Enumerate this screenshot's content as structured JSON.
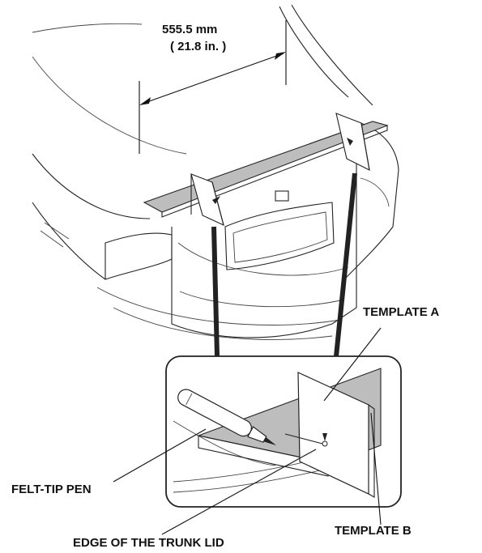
{
  "dimension": {
    "metric": "555.5 mm",
    "imperial": "( 21.8 in. )"
  },
  "labels": {
    "template_a": "TEMPLATE A",
    "template_b": "TEMPLATE B",
    "felt_tip_pen": "FELT-TIP PEN",
    "trunk_edge": "EDGE OF THE TRUNK LID"
  },
  "colors": {
    "line": "#222222",
    "template_fill": "#bdbdbd",
    "paper": "#ffffff"
  }
}
